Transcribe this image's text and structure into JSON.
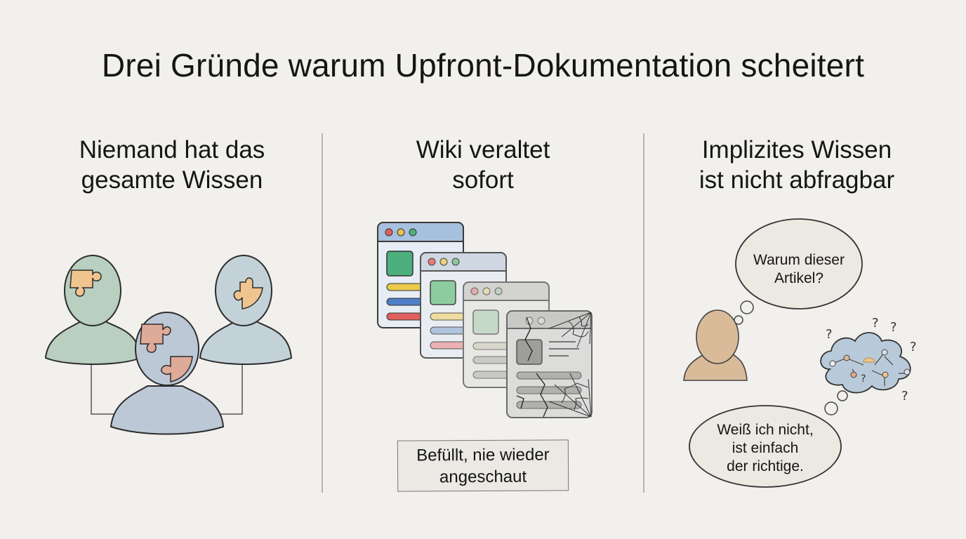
{
  "title": "Drei Gründe warum Upfront-Dokumentation scheitert",
  "columns": [
    {
      "heading_line1": "Niemand hat das",
      "heading_line2": "gesamte Wissen",
      "illustration": "three-people-with-puzzle-pieces-icon"
    },
    {
      "heading_line1": "Wiki veraltet",
      "heading_line2": "sofort",
      "illustration": "stacked-browser-windows-fading-with-cobwebs-icon",
      "caption_line1": "Befüllt, nie wieder",
      "caption_line2": "angeschaut"
    },
    {
      "heading_line1": "Implizites Wissen",
      "heading_line2": "ist nicht abfragbar",
      "illustration": "person-with-thought-bubbles-icon",
      "question_line1": "Warum dieser",
      "question_line2": "Artikel?",
      "answer_line1": "Weiß ich nicht,",
      "answer_line2": "ist einfach",
      "answer_line3": "der richtige."
    }
  ],
  "colors": {
    "background": "#f1f0ec",
    "person_green": "#b9cfc0",
    "person_blue": "#bcc8d6",
    "person_teal": "#c2d2d8",
    "puzzle_orange": "#efc48e",
    "puzzle_red": "#deab98",
    "person_tan": "#d9bb9a",
    "cloud_blue": "#b8cad9"
  }
}
